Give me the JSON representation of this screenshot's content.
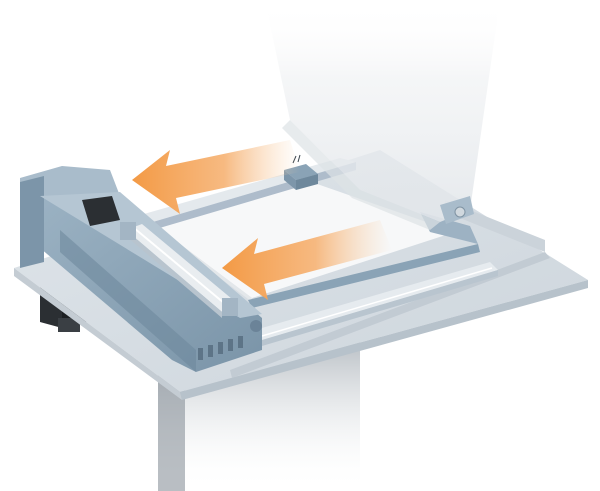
{
  "diagram": {
    "colors": {
      "background": "#ffffff",
      "table_top": "#d6dde3",
      "table_edge": "#b7c2cb",
      "frame_blue": "#8aa3b6",
      "frame_blue_dark": "#6e889c",
      "frame_blue_light": "#a9bccb",
      "paper": "#f7f8f9",
      "rail_metal": "#e4e9ed",
      "motor_dark": "#2b2f33",
      "arrow_orange": "#f5a55c",
      "cover_translucent": "#eef0f2"
    },
    "arrows": [
      {
        "direction": "left",
        "meaning": "feed-direction"
      },
      {
        "direction": "left",
        "meaning": "feed-direction"
      }
    ],
    "parts": [
      "table-plate",
      "stand-column",
      "paper-sheet",
      "left-carriage-frame",
      "gantry-rail",
      "front-rail",
      "rear-rail",
      "slider-block",
      "lid-cover",
      "stepper-motor"
    ]
  }
}
